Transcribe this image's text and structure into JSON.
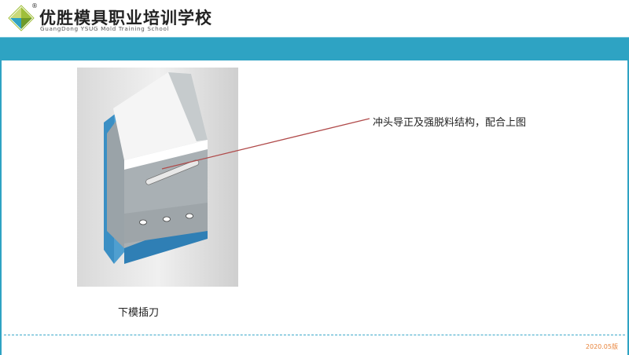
{
  "header": {
    "brand_cn": "优胜模具职业培训学校",
    "brand_en": "GuangDong YSUG Mold Training School",
    "reg_mark": "®"
  },
  "figure": {
    "caption": "下模插刀"
  },
  "annotation": {
    "text": "冲头导正及强脱料结构，配合上图"
  },
  "footer": {
    "version": "2020.05版"
  },
  "colors": {
    "accent": "#2ea3c3",
    "version_text": "#e8833a",
    "pointer_line": "#b04a4a",
    "part_blue": "#3b8fc4"
  }
}
